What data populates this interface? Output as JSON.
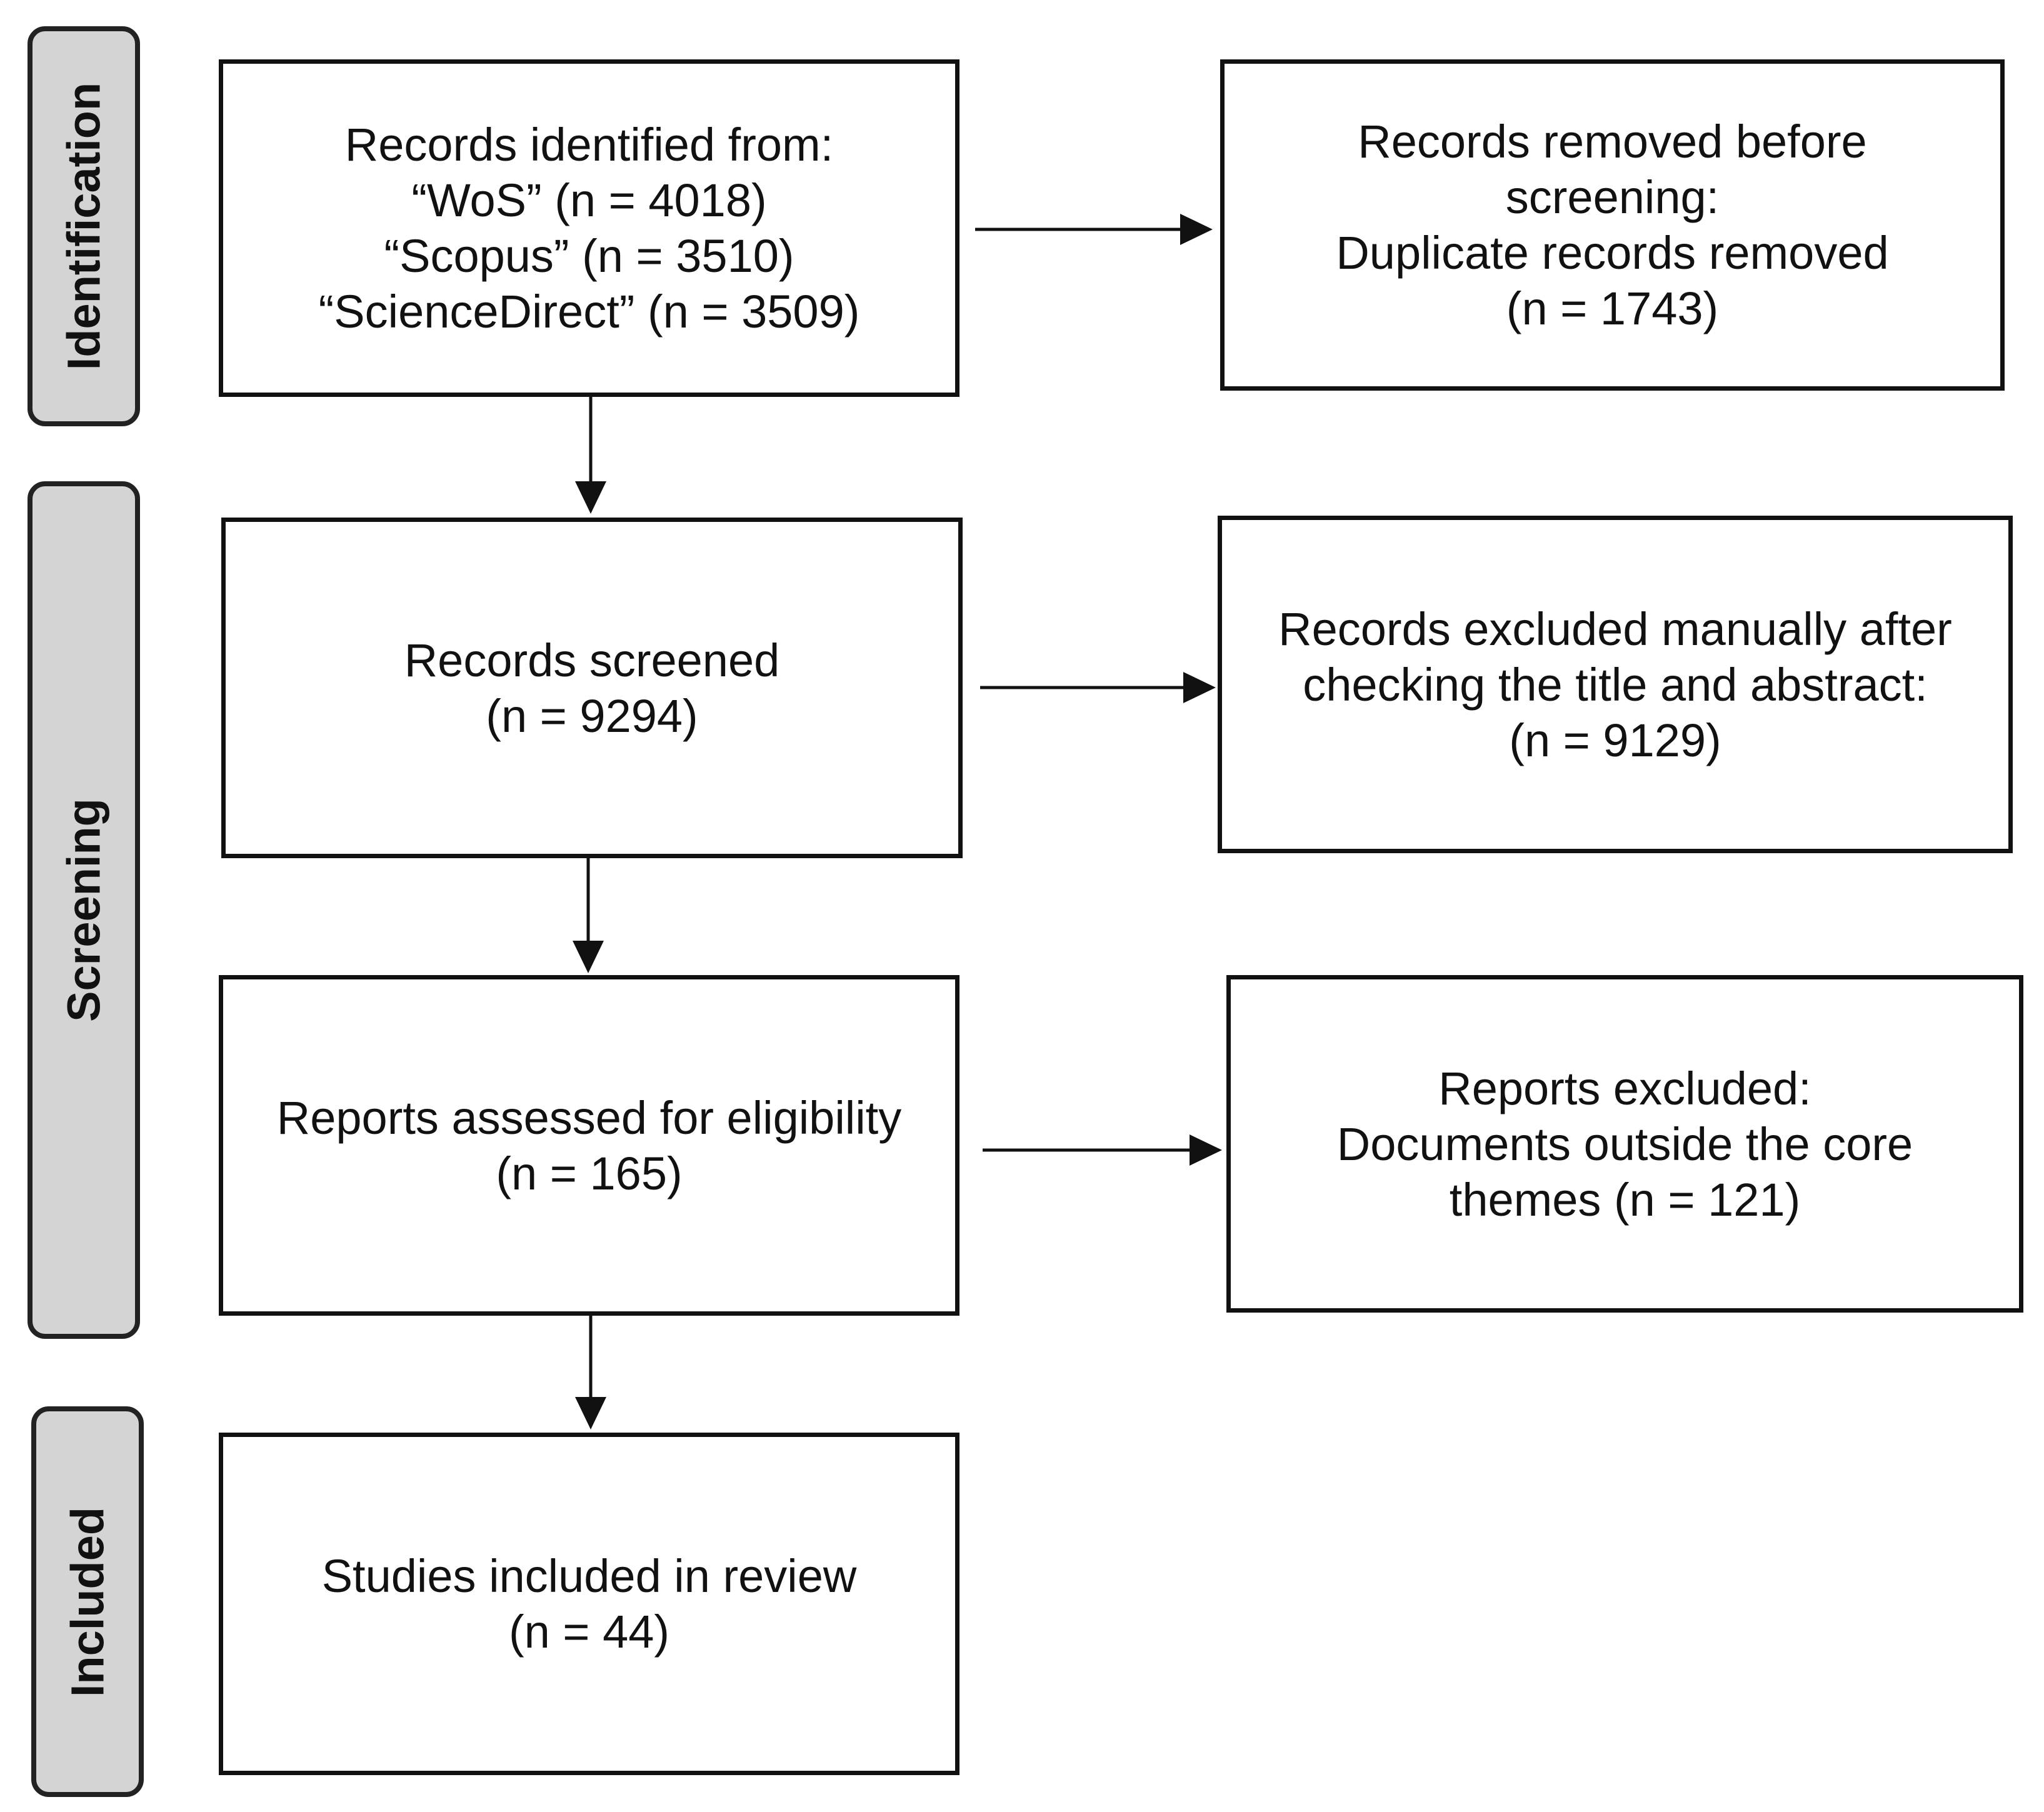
{
  "stages": {
    "identification": "Identification",
    "screening": "Screening",
    "included": "Included"
  },
  "boxes": {
    "identified": [
      "Records identified from:",
      "“WoS” (n = 4018)",
      "“Scopus” (n = 3510)",
      "“ScienceDirect” (n = 3509)"
    ],
    "removed": [
      "Records removed before",
      "screening:",
      "Duplicate records removed",
      "(n = 1743)"
    ],
    "screened": [
      "Records screened",
      "(n = 9294)"
    ],
    "excluded_manual": [
      "Records excluded manually after",
      "checking the title and abstract:",
      "(n = 9129)"
    ],
    "assessed": [
      "Reports assessed for eligibility",
      "(n = 165)"
    ],
    "reports_excluded": [
      "Reports excluded:",
      "Documents outside the core",
      "themes (n = 121)"
    ],
    "included": [
      "Studies included in review",
      "(n = 44)"
    ]
  }
}
